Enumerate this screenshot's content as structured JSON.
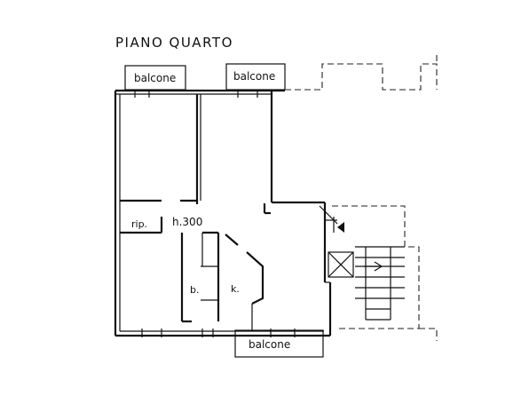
{
  "plan": {
    "title": "PIANO  QUARTO",
    "labels": {
      "balcone_top_left": "balcone",
      "balcone_top_right": "balcone",
      "balcone_bottom": "balcone",
      "ripostiglio": "rip.",
      "height": "h.300",
      "bagno": "b.",
      "cucina": "k."
    }
  }
}
